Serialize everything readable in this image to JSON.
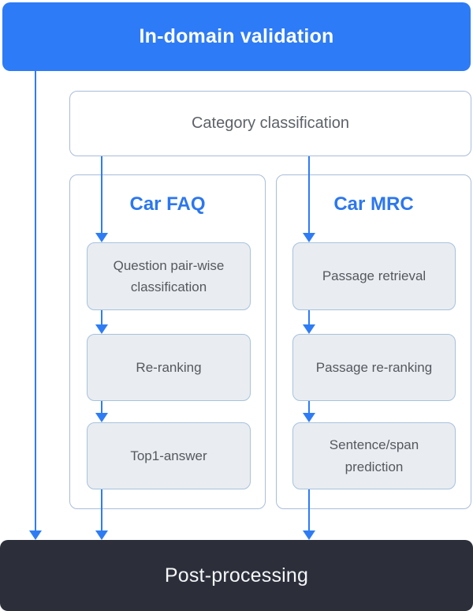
{
  "header": {
    "title": "In-domain validation"
  },
  "category": {
    "label": "Category classification"
  },
  "columns": [
    {
      "title": "Car FAQ",
      "steps": [
        "Question pair-wise classification",
        "Re-ranking",
        "Top1-answer"
      ]
    },
    {
      "title": "Car MRC",
      "steps": [
        "Passage retrieval",
        "Passage re-ranking",
        "Sentence/span prediction"
      ]
    }
  ],
  "footer": {
    "label": "Post-processing"
  },
  "colors": {
    "accent_blue": "#2d7bf6",
    "arrow_blue": "#2e7cf5",
    "column_title_blue": "#2b77f0",
    "step_fill": "#e9edf1",
    "step_border": "#a7c1dd",
    "outer_border": "#a9bdd9",
    "footer_bg": "#2c2f3a",
    "text_gray": "#55595f",
    "text_white": "#ffffff"
  }
}
